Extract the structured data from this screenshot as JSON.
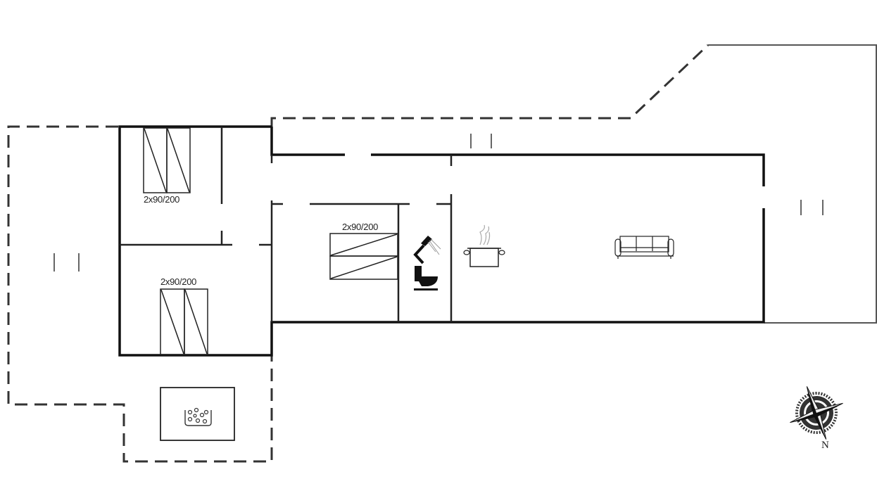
{
  "plan": {
    "type": "floor-plan",
    "background": "#ffffff",
    "wall_color": "#111111",
    "terrace_color": "#333333"
  },
  "rooms": [
    {
      "id": "bedroom-1",
      "bed_label": "2x90/200"
    },
    {
      "id": "bedroom-2",
      "bed_label": "2x90/200"
    },
    {
      "id": "bedroom-3",
      "bed_label": "2x90/200"
    },
    {
      "id": "bathroom",
      "icons": [
        "shower-icon",
        "toilet-icon"
      ]
    },
    {
      "id": "living-kitchen",
      "icons": [
        "cooking-pot-icon",
        "sofa-icon"
      ]
    },
    {
      "id": "hot-tub-area",
      "icons": [
        "hot-tub-icon"
      ]
    }
  ],
  "labels": {
    "bed_1": "2x90/200",
    "bed_2": "2x90/200",
    "bed_3": "2x90/200",
    "compass_north": "N"
  },
  "icons": [
    "shower-icon",
    "toilet-icon",
    "cooking-pot-icon",
    "sofa-icon",
    "hot-tub-icon",
    "compass-rose-icon"
  ]
}
